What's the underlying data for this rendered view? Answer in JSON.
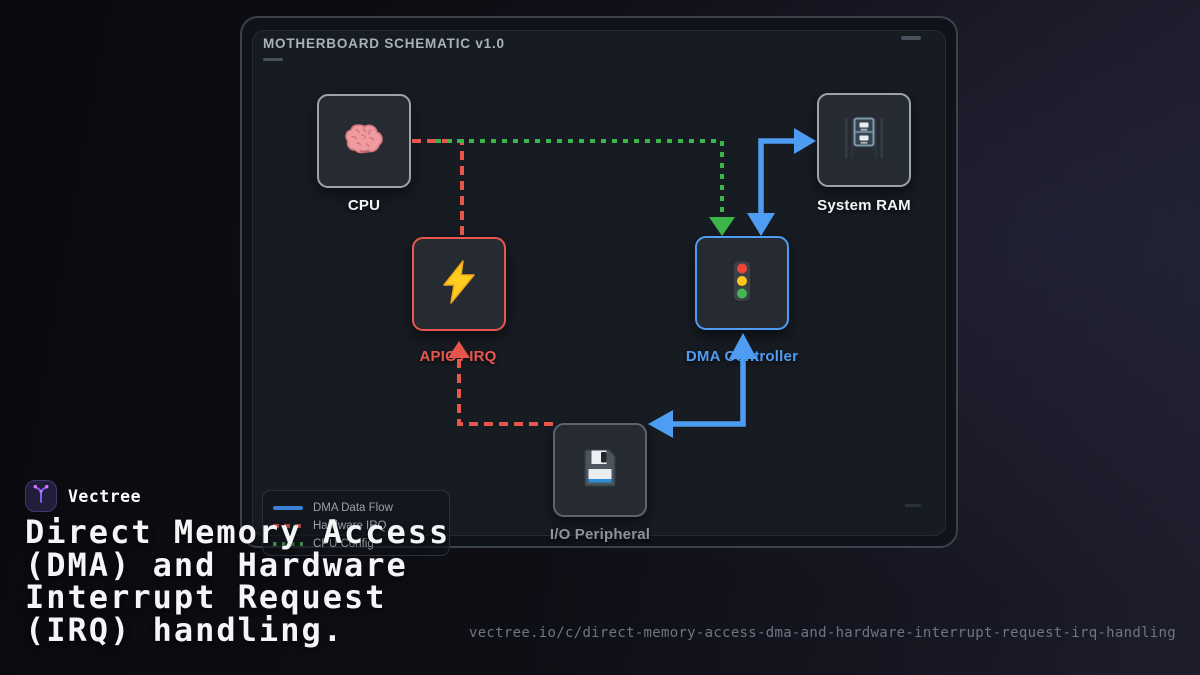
{
  "page": {
    "theme": "dark",
    "brand_accent": "#8b5cf6",
    "colors": {
      "dma_flow_blue": "#4f9df2",
      "hardware_irq_red": "#e8554d",
      "cpu_config_green": "#3cb54a",
      "panel_background": "#171b22",
      "node_background": "#262b32"
    }
  },
  "panel": {
    "title": "MOTHERBOARD SCHEMATIC v1.0"
  },
  "nodes": [
    {
      "id": "cpu",
      "label": "CPU",
      "icon": "brain-icon"
    },
    {
      "id": "system-ram",
      "label": "System RAM",
      "icon": "file-cabinet-icon"
    },
    {
      "id": "apic-irq",
      "label": "APIC / IRQ",
      "icon": "lightning-bolt-icon"
    },
    {
      "id": "dma-controller",
      "label": "DMA Controller",
      "icon": "traffic-light-icon"
    },
    {
      "id": "io-peripheral",
      "label": "I/O Peripheral",
      "icon": "floppy-disk-icon"
    }
  ],
  "edges": [
    {
      "from": "CPU",
      "to": "DMA Controller",
      "style": "dotted",
      "color": "#3cb54a",
      "meaning": "CPU Config",
      "bidirectional": false
    },
    {
      "from": "DMA Controller",
      "to": "System RAM",
      "style": "solid",
      "color": "#4f9df2",
      "meaning": "DMA Data Flow",
      "bidirectional": true
    },
    {
      "from": "DMA Controller",
      "to": "I/O Peripheral",
      "style": "solid",
      "color": "#4f9df2",
      "meaning": "DMA Data Flow",
      "bidirectional": true
    },
    {
      "from": "I/O Peripheral",
      "to": "APIC / IRQ",
      "style": "dashed",
      "color": "#e8554d",
      "meaning": "Hardware IRQ",
      "bidirectional": false
    },
    {
      "from": "APIC / IRQ",
      "to": "CPU",
      "style": "dashed",
      "color": "#e8554d",
      "meaning": "Hardware IRQ",
      "bidirectional": false
    }
  ],
  "legend": {
    "items": [
      {
        "label": "DMA Data Flow",
        "style": "solid",
        "color": "#4f9df2"
      },
      {
        "label": "Hardware IRQ",
        "style": "dashed",
        "color": "#e8554d"
      },
      {
        "label": "CPU Config",
        "style": "dotted",
        "color": "#3cb54a"
      }
    ]
  },
  "footer": {
    "brand": "Vectree",
    "title_lines": [
      "Direct Memory Access",
      "(DMA) and Hardware",
      "Interrupt Request",
      "(IRQ) handling."
    ],
    "url": "vectree.io/c/direct-memory-access-dma-and-hardware-interrupt-request-irq-handling"
  }
}
